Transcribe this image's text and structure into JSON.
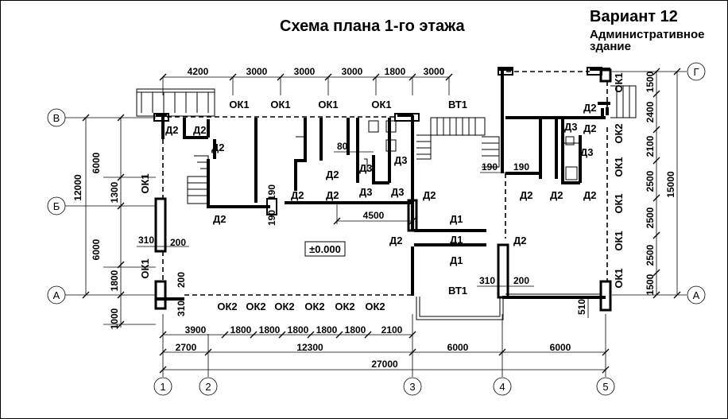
{
  "title": "Схема плана 1-го этажа",
  "variant": "Вариант 12",
  "building_type_line1": "Административное",
  "building_type_line2": "здание",
  "level_mark": "±0.000",
  "grid_axes": {
    "columns": [
      "1",
      "2",
      "3",
      "4",
      "5"
    ],
    "rows": [
      "А",
      "Б",
      "В",
      "Г"
    ]
  },
  "dims": {
    "top_chain": [
      "4200",
      "3000",
      "3000",
      "3000",
      "1800",
      "3000"
    ],
    "bottom_openings": [
      "3900",
      "1800",
      "1800",
      "1800",
      "1800",
      "1800",
      "2100"
    ],
    "bottom_axes": [
      "2700",
      "12300",
      "6000",
      "6000"
    ],
    "bottom_total": "27000",
    "left_inner": [
      "6000",
      "1300",
      "6000",
      "1800",
      "1000"
    ],
    "left_total": "12000",
    "right_chain": [
      "1500",
      "2400",
      "2100",
      "2500",
      "2500",
      "2500",
      "1500"
    ],
    "right_total": "15000",
    "interior": {
      "d80": "80",
      "d190a": "190",
      "d190b": "190",
      "d190v": "190",
      "d190h": "190",
      "d4500": "4500",
      "d310a": "310",
      "d200a": "200",
      "d200b": "200",
      "d310b": "310",
      "d310c": "310",
      "d200c": "200",
      "d510": "510"
    }
  },
  "labels": {
    "window": "ОК1",
    "window2": "ОК2",
    "door1": "Д1",
    "door2": "Д2",
    "door3": "Д3",
    "vestibule": "ВТ1",
    "win_side_right_small": "ОК2"
  }
}
